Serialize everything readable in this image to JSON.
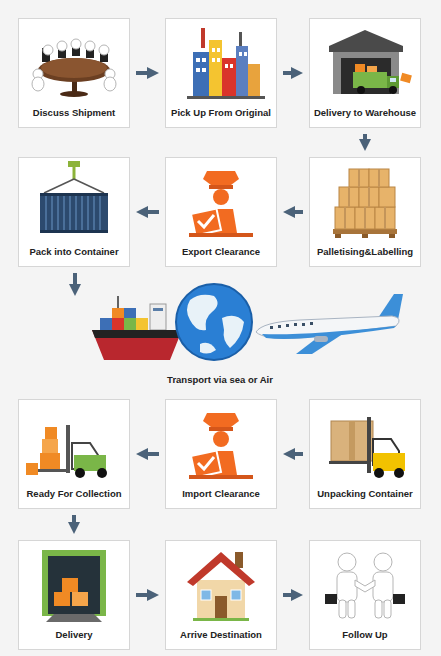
{
  "diagram": {
    "nodes": [
      {
        "text": [
          "Discuss Shipment"
        ]
      },
      {
        "text": [
          "Pick Up From Original"
        ]
      },
      {
        "text": [
          "Delivery to Warehouse"
        ]
      },
      {
        "text": [
          "Pack into Container"
        ]
      },
      {
        "text": [
          "Export Clearance"
        ]
      },
      {
        "text": [
          "Palletising&Labelling"
        ]
      },
      {
        "text": [
          "Transport via sea or Air"
        ]
      },
      {
        "text": [
          "Ready For Collection"
        ]
      },
      {
        "text": [
          "Import Clearance"
        ]
      },
      {
        "text": [
          "Unpacking Container"
        ]
      },
      {
        "text": [
          "Delivery"
        ]
      },
      {
        "text": [
          "Arrive Destination"
        ]
      },
      {
        "text": [
          "Follow Up"
        ]
      }
    ],
    "edges": [
      {
        "from": 0,
        "to": 1,
        "arrow": "to"
      },
      {
        "from": 1,
        "to": 2,
        "arrow": "to"
      },
      {
        "from": 2,
        "to": 5,
        "arrow": "to"
      },
      {
        "from": 5,
        "to": 4,
        "arrow": "to"
      },
      {
        "from": 4,
        "to": 3,
        "arrow": "to"
      },
      {
        "from": 3,
        "to": 6,
        "arrow": "to"
      },
      {
        "from": 9,
        "to": 8,
        "arrow": "to"
      },
      {
        "from": 8,
        "to": 7,
        "arrow": "to"
      },
      {
        "from": 7,
        "to": 10,
        "arrow": "to"
      },
      {
        "from": 10,
        "to": 11,
        "arrow": "to"
      },
      {
        "from": 11,
        "to": 12,
        "arrow": "to"
      }
    ]
  }
}
